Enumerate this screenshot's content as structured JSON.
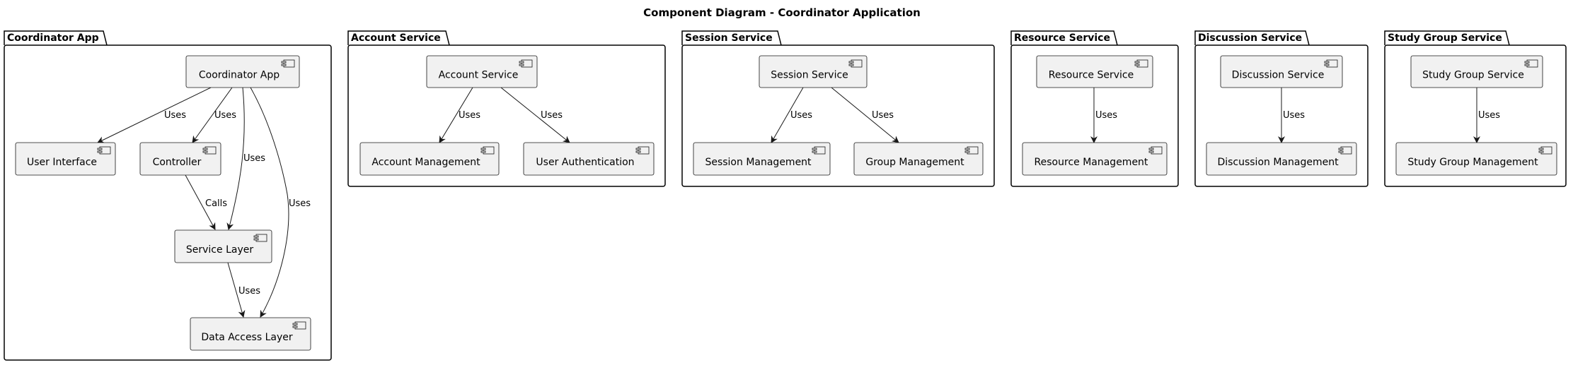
{
  "title": "Component Diagram - Coordinator Application",
  "packages": {
    "coordinator": "Coordinator App",
    "account": "Account Service",
    "session": "Session Service",
    "resource": "Resource Service",
    "discussion": "Discussion Service",
    "study_group": "Study Group Service"
  },
  "components": {
    "coordinator_app": "Coordinator App",
    "user_interface": "User Interface",
    "controller": "Controller",
    "service_layer": "Service Layer",
    "data_access_layer": "Data Access Layer",
    "account_service": "Account Service",
    "account_management": "Account Management",
    "user_authentication": "User Authentication",
    "session_service": "Session Service",
    "session_management": "Session Management",
    "group_management": "Group Management",
    "resource_service": "Resource Service",
    "resource_management": "Resource Management",
    "discussion_service": "Discussion Service",
    "discussion_management": "Discussion Management",
    "study_group_service": "Study Group Service",
    "study_group_management": "Study Group Management"
  },
  "relations": {
    "app_ui": "Uses",
    "app_controller": "Uses",
    "app_service_layer": "Uses",
    "app_data_access": "Uses",
    "controller_service_layer": "Calls",
    "service_layer_data_access": "Uses",
    "account_mgmt": "Uses",
    "account_auth": "Uses",
    "session_mgmt": "Uses",
    "session_group": "Uses",
    "resource_mgmt": "Uses",
    "discussion_mgmt": "Uses",
    "study_group_mgmt": "Uses"
  }
}
